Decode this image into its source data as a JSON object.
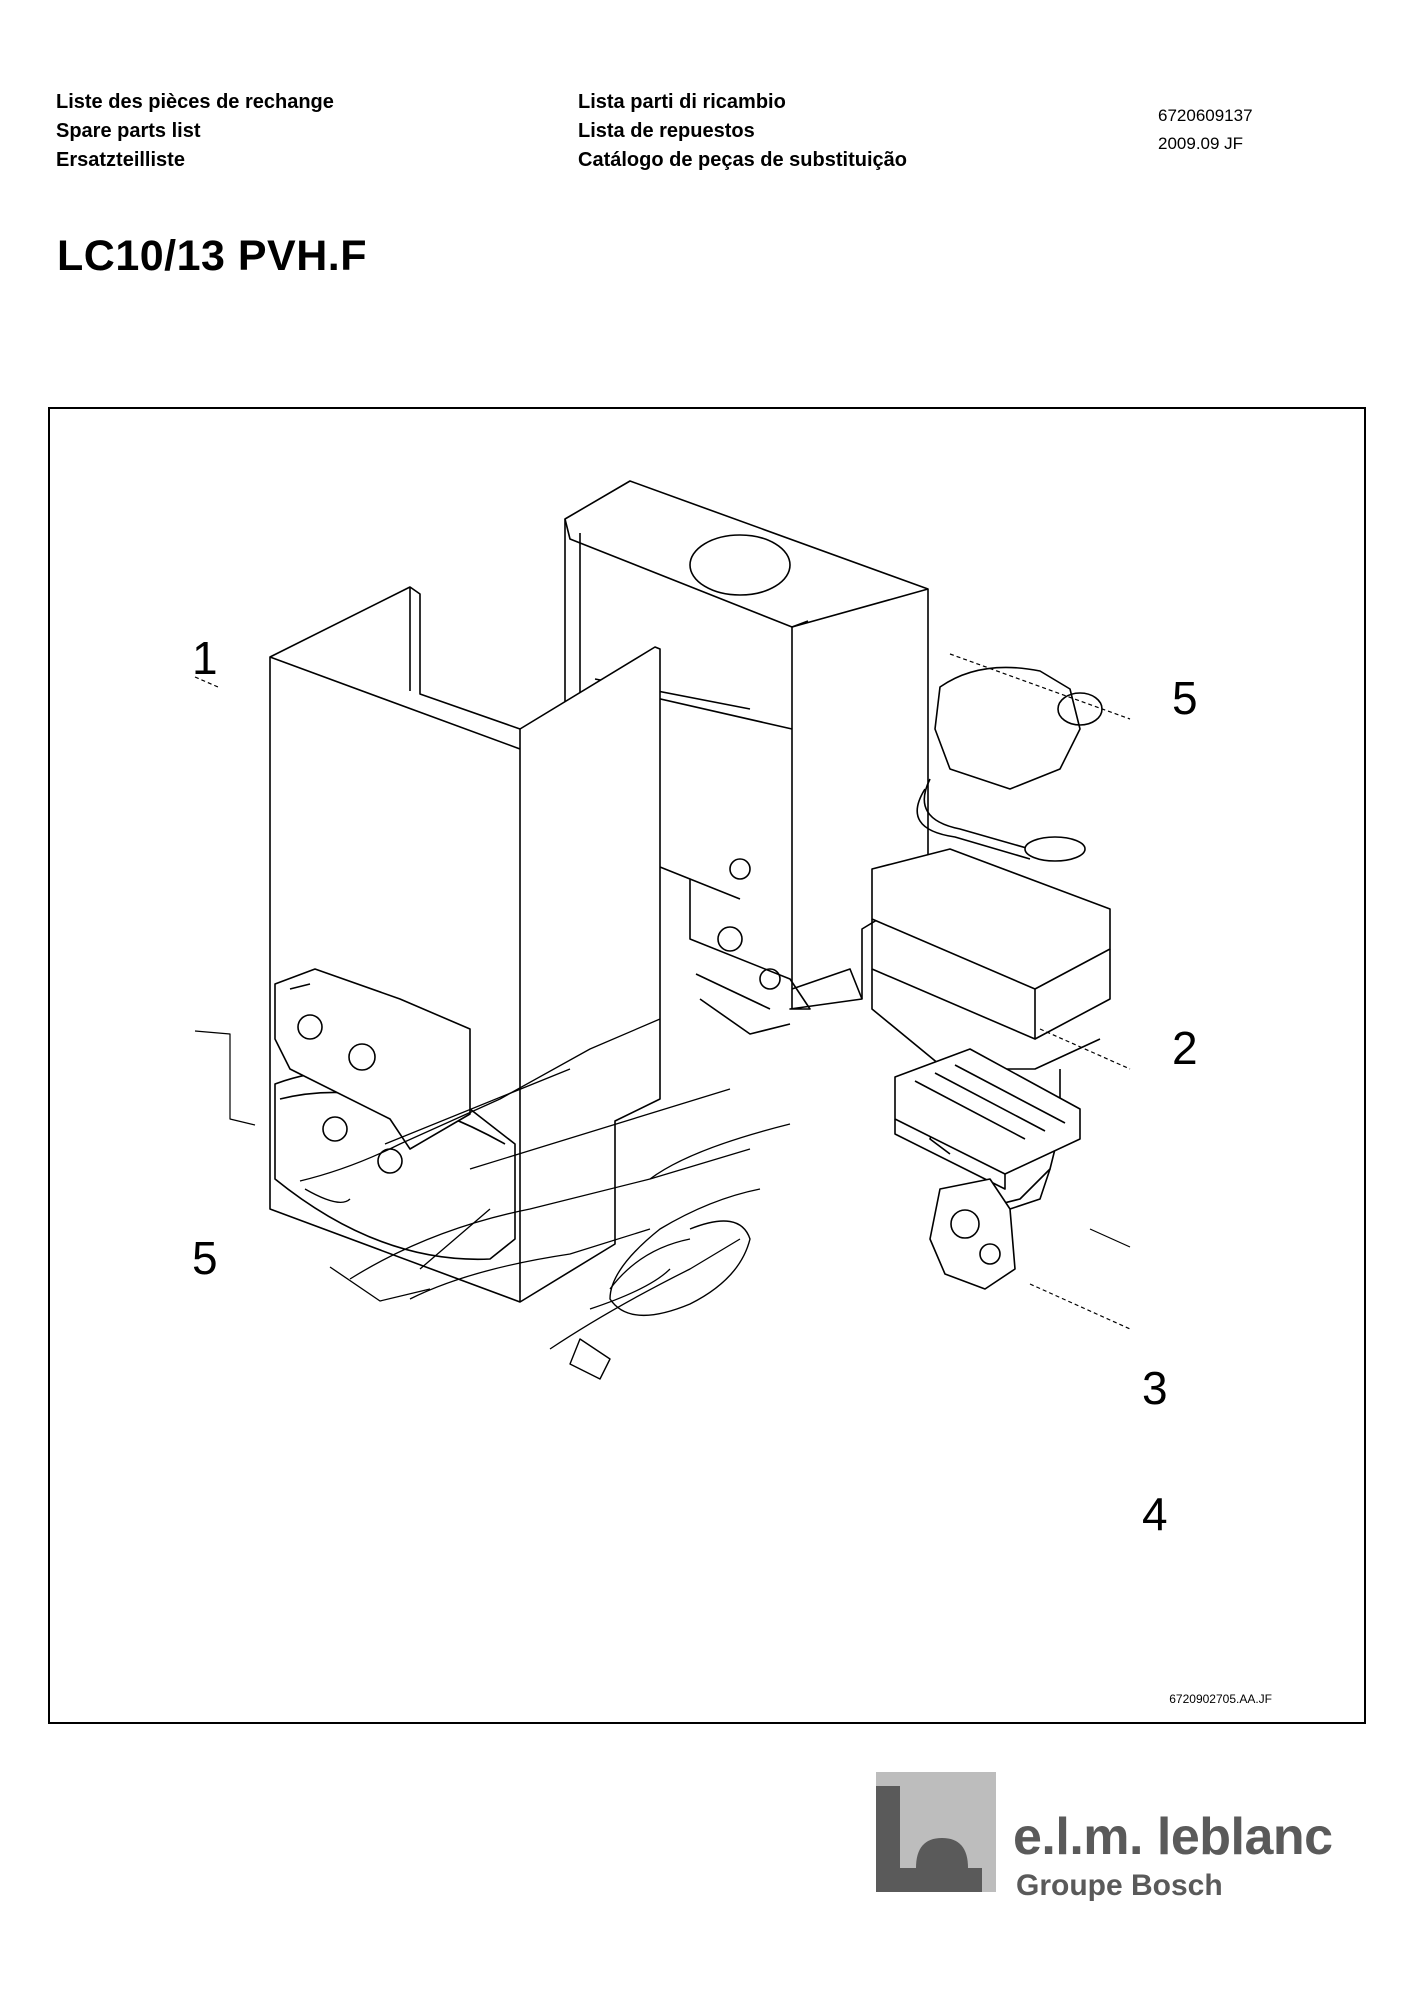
{
  "header": {
    "col1": [
      "Liste des pièces de rechange",
      "Spare parts list",
      "Ersatzteilliste"
    ],
    "col2": [
      "Lista parti di ricambio",
      "Lista de repuestos",
      "Catálogo de peças de substituição"
    ],
    "doc_number": "6720609137",
    "date": "2009.09   JF"
  },
  "title": "LC10/13 PVH.F",
  "figure": {
    "callouts": [
      "1",
      "5",
      "2",
      "5",
      "3",
      "4"
    ],
    "reference": "6720902705.AA.JF"
  },
  "logo": {
    "brand": "e.l.m. leblanc",
    "group": "Groupe Bosch"
  }
}
